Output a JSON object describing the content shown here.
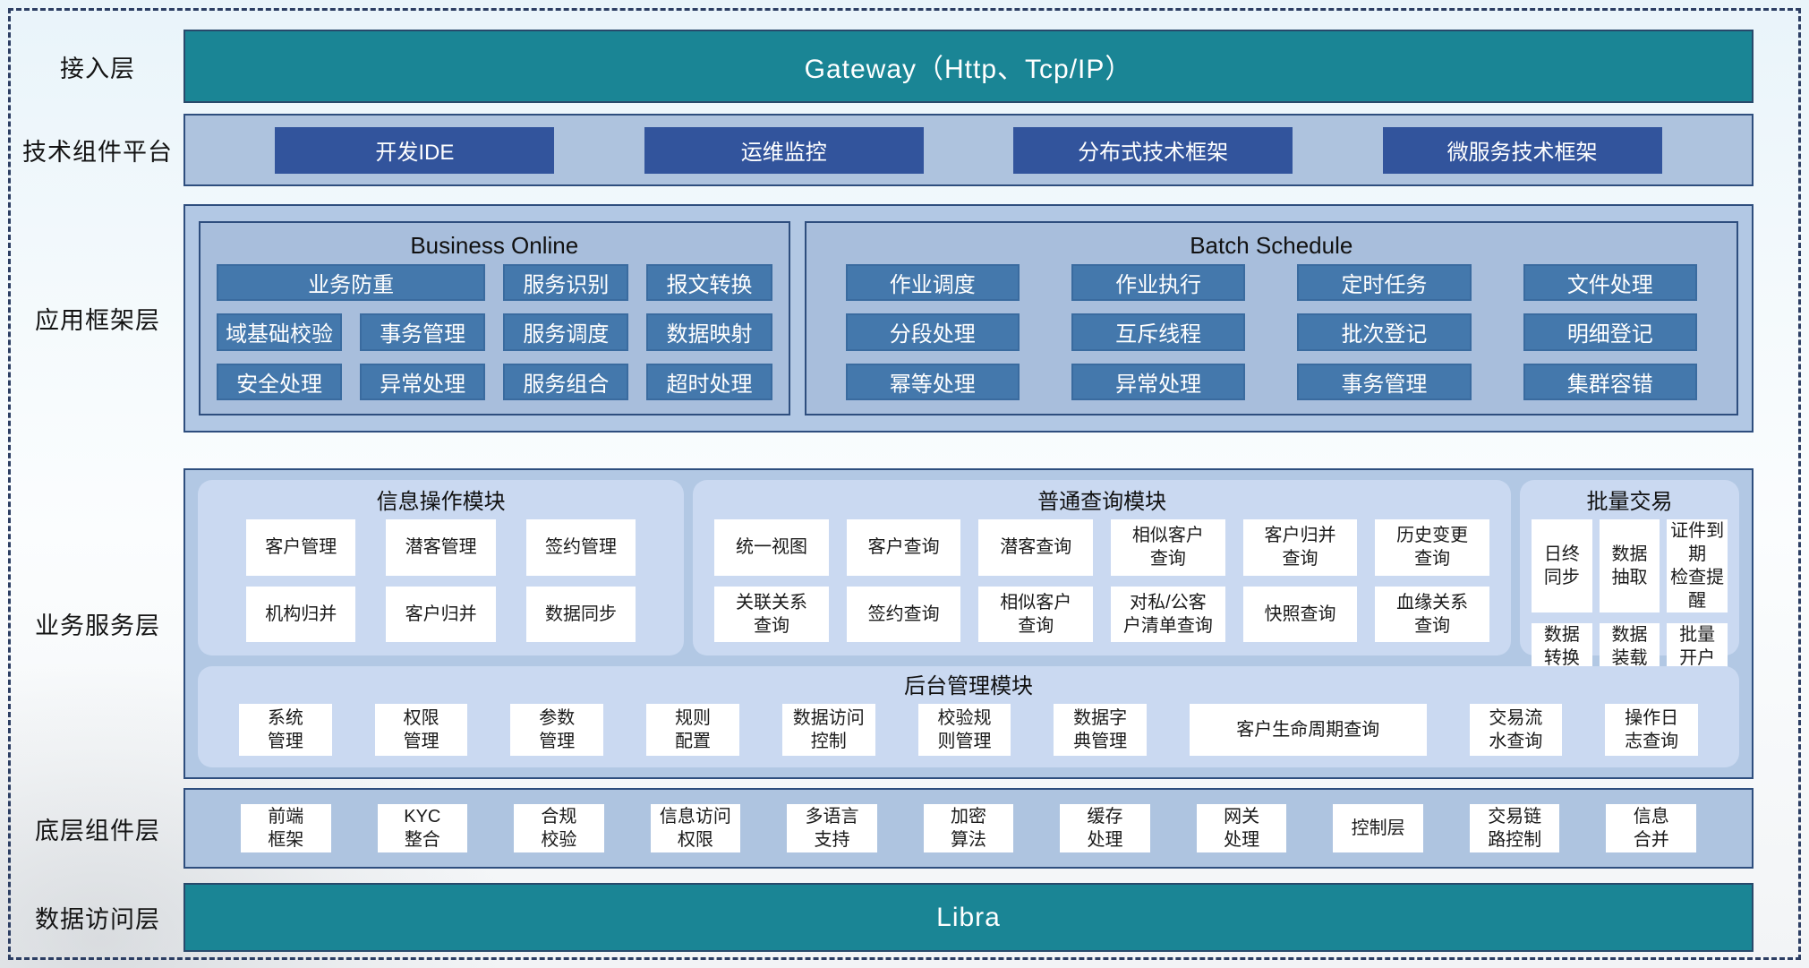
{
  "colors": {
    "teal_bar": "#1a8595",
    "navy_border": "#2e4e7e",
    "dark_button": "#32549c",
    "mid_button": "#4478ac",
    "panel_blue": "#aec3de",
    "module_panel": "#cad9f1",
    "white_button": "#ffffff"
  },
  "layers": {
    "access": "接入层",
    "tech_platform": "技术组件平台",
    "app_framework": "应用框架层",
    "business_service": "业务服务层",
    "base_component": "底层组件层",
    "data_access": "数据访问层"
  },
  "gateway": {
    "title": "Gateway（Http、Tcp/IP）"
  },
  "tech_platform": {
    "items": [
      "开发IDE",
      "运维监控",
      "分布式技术框架",
      "微服务技术框架"
    ]
  },
  "business_online": {
    "title": "Business Online",
    "buttons": [
      {
        "label": "业务防重",
        "span": 2
      },
      "服务识别",
      "报文转换",
      "域基础校验",
      "事务管理",
      "服务调度",
      "数据映射",
      "安全处理",
      "异常处理",
      "服务组合",
      "超时处理"
    ]
  },
  "batch_schedule": {
    "title": "Batch Schedule",
    "buttons": [
      "作业调度",
      "作业执行",
      "定时任务",
      "文件处理",
      "分段处理",
      "互斥线程",
      "批次登记",
      "明细登记",
      "幂等处理",
      "异常处理",
      "事务管理",
      "集群容错"
    ]
  },
  "business_service": {
    "info_module": {
      "title": "信息操作模块",
      "buttons": [
        "客户管理",
        "潜客管理",
        "签约管理",
        "机构归并",
        "客户归并",
        "数据同步"
      ]
    },
    "query_module": {
      "title": "普通查询模块",
      "buttons": [
        "统一视图",
        "客户查询",
        "潜客查询",
        "相似客户\n查询",
        "客户归并\n查询",
        "历史变更\n查询",
        "关联关系\n查询",
        "签约查询",
        "相似客户\n查询",
        "对私/公客\n户清单查询",
        "快照查询",
        "血缘关系\n查询"
      ]
    },
    "batch_trade_module": {
      "title": "批量交易",
      "buttons": [
        "日终\n同步",
        "数据\n抽取",
        "证件到期\n检查提醒",
        "数据\n转换",
        "数据\n装载",
        "批量\n开户"
      ]
    },
    "admin_module": {
      "title": "后台管理模块",
      "buttons": [
        "系统\n管理",
        "权限\n管理",
        "参数\n管理",
        "规则\n配置",
        "数据访问\n控制",
        "校验规\n则管理",
        "数据字\n典管理",
        {
          "label": "客户生命周期查询",
          "wide": true
        },
        "交易流\n水查询",
        "操作日\n志查询"
      ]
    }
  },
  "base_components": {
    "items": [
      "前端\n框架",
      "KYC\n整合",
      "合规\n校验",
      "信息访问\n权限",
      "多语言\n支持",
      "加密\n算法",
      "缓存\n处理",
      "网关\n处理",
      "控制层",
      "交易链\n路控制",
      "信息\n合并"
    ]
  },
  "libra": {
    "title": "Libra"
  }
}
